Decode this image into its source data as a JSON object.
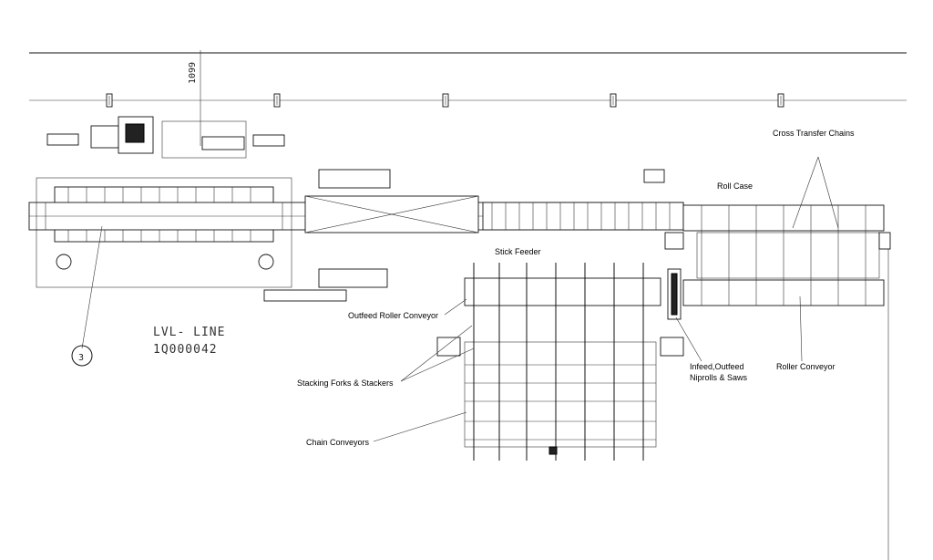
{
  "drawing": {
    "title_line1": "LVL- LINE",
    "title_line2": "1Q000042",
    "dimension": "1099",
    "section_marker": "3"
  },
  "labels": {
    "cross_transfer_chains": "Cross Transfer Chains",
    "roll_case": "Roll Case",
    "stick_feeder": "Stick Feeder",
    "outfeed_roller_conveyor": "Outfeed Roller Conveyor",
    "stacking_forks": "Stacking Forks & Stackers",
    "chain_conveyors": "Chain Conveyors",
    "infeed_line1": "Infeed,Outfeed",
    "infeed_line2": "Niprolls & Saws",
    "roller_conveyor": "Roller Conveyor"
  }
}
